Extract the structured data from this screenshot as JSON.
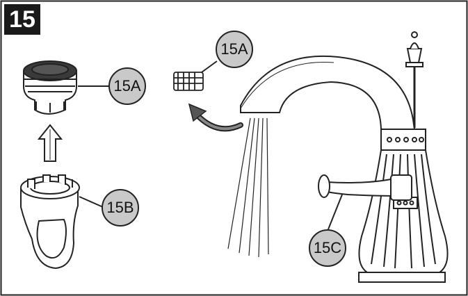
{
  "step": {
    "number": "15"
  },
  "callouts": [
    {
      "id": "15A-aerator",
      "label": "15A"
    },
    {
      "id": "15A-spout",
      "label": "15A"
    },
    {
      "id": "15B",
      "label": "15B"
    },
    {
      "id": "15C",
      "label": "15C"
    }
  ],
  "colors": {
    "line": "#222222",
    "callout_fill": "#c9c9c9",
    "badge": "#1a1a1a"
  }
}
